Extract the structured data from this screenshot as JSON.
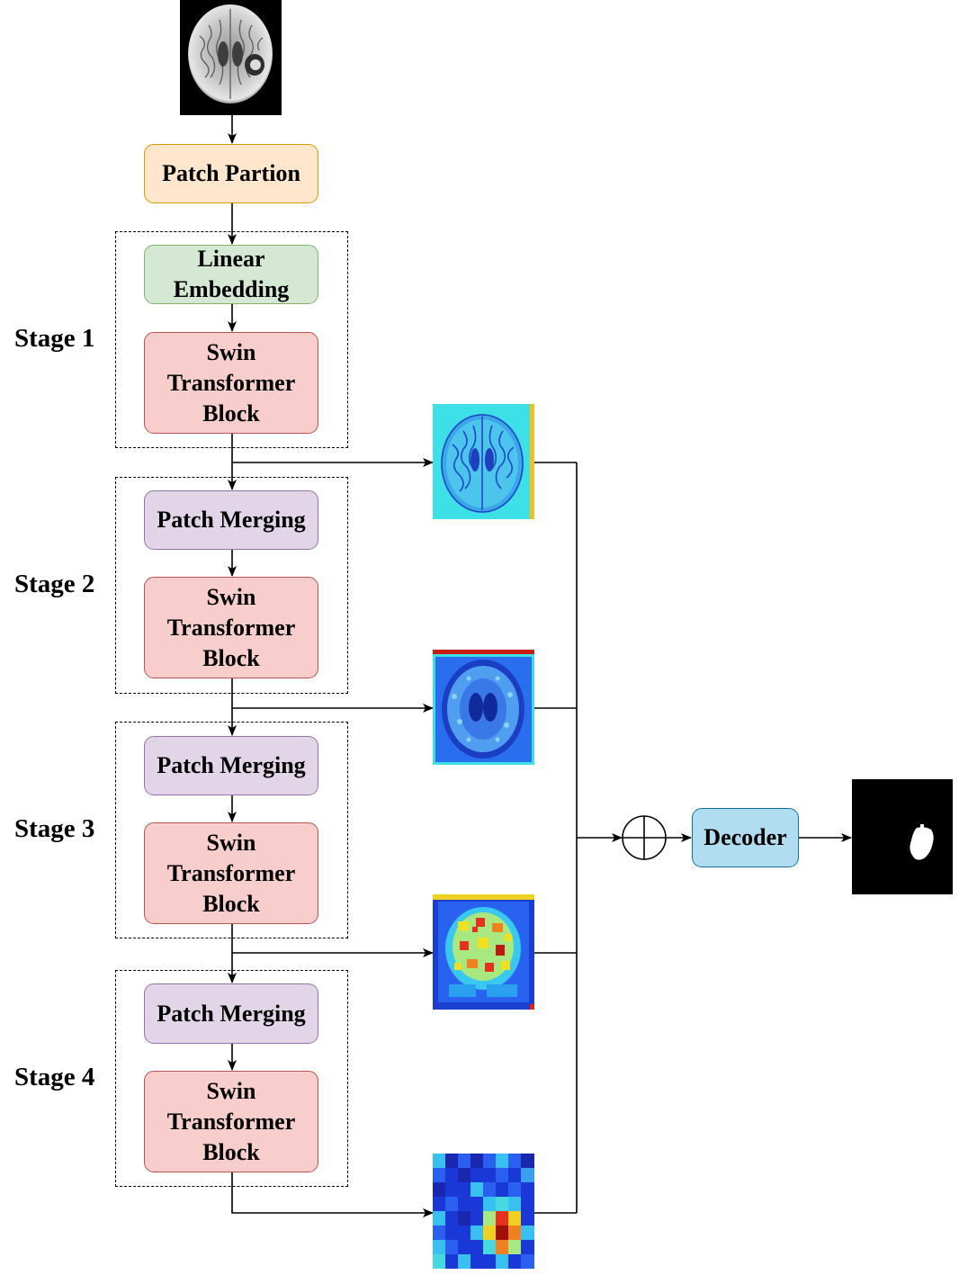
{
  "stages": [
    {
      "label": "Stage 1"
    },
    {
      "label": "Stage 2"
    },
    {
      "label": "Stage 3"
    },
    {
      "label": "Stage 4"
    }
  ],
  "blocks": {
    "patch_partition": "Patch Partion",
    "linear_embedding": [
      "Linear",
      "Embedding"
    ],
    "swin_block": [
      "Swin",
      "Transformer",
      "Block"
    ],
    "patch_merging": "Patch Merging",
    "decoder": "Decoder"
  },
  "images": {
    "input": "brain-mri-slice",
    "feature_maps": [
      "stage-1-feature-map",
      "stage-2-feature-map",
      "stage-3-feature-map",
      "stage-4-feature-map"
    ],
    "output": "segmentation-mask"
  },
  "operator": "concatenation-circle-plus",
  "colors": {
    "orange_fill": "#ffe6cc",
    "orange_border": "#d79b00",
    "green_fill": "#d5e8d4",
    "green_border": "#82b366",
    "red_fill": "#f8cecc",
    "red_border": "#b85450",
    "purple_fill": "#e1d5e7",
    "purple_border": "#9673a6",
    "blue_fill": "#b1ddf0",
    "blue_border": "#10739e"
  }
}
